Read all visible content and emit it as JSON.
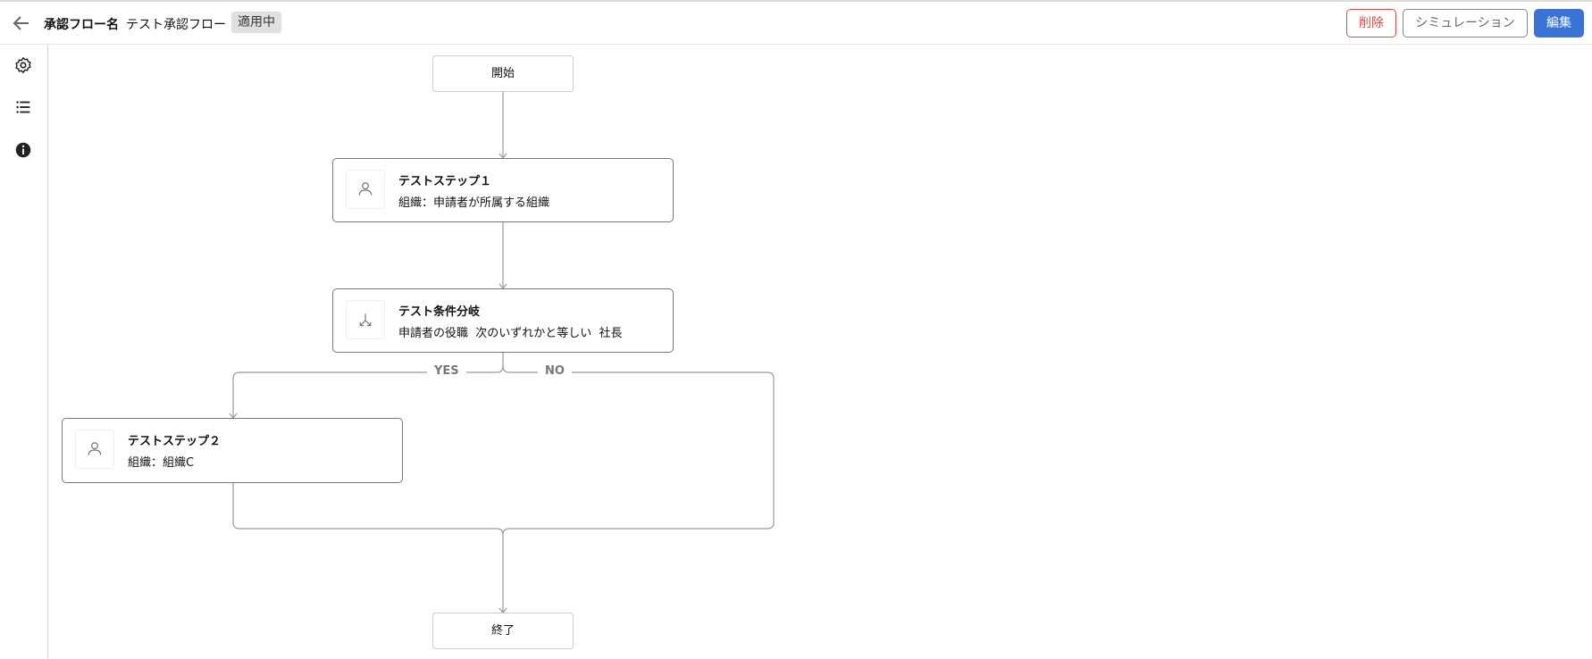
{
  "header": {
    "flow_name_label": "承認フロー名",
    "flow_name": "テスト承認フロー",
    "status_badge": "適用中",
    "delete_label": "削除",
    "simulation_label": "シミュレーション",
    "edit_label": "編集"
  },
  "sidebar": {
    "icons": [
      "gear-icon",
      "list-icon",
      "info-icon"
    ]
  },
  "flow": {
    "start": "開始",
    "step1": {
      "title": "テストステップ１",
      "subtitle": "組織：申請者が所属する組織"
    },
    "branch": {
      "title": "テスト条件分岐",
      "subtitle": "申請者の役職  次のいずれかと等しい  社長",
      "yes": "YES",
      "no": "NO"
    },
    "step2": {
      "title": "テストステップ２",
      "subtitle": "組織：組織C"
    },
    "end": "終了"
  },
  "colors": {
    "accent": "#3a73d6",
    "danger": "#e04848"
  }
}
